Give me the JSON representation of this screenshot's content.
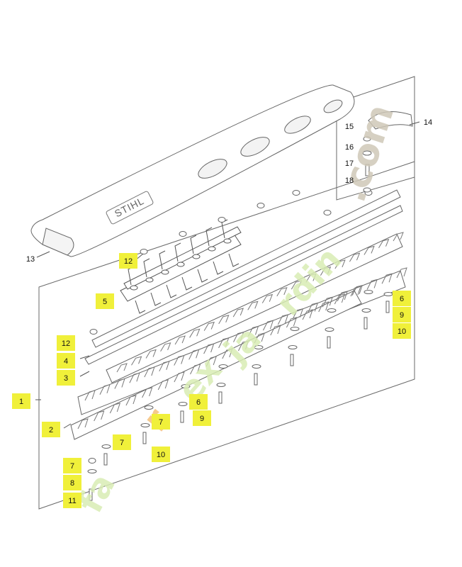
{
  "colors": {
    "highlight": "#f0f03a",
    "line": "#6a6a6a",
    "watermark_green": "#d9ecb4",
    "watermark_orange": "#f5c17a",
    "watermark_gray": "#cfc8b8"
  },
  "brand_text": "STIHL",
  "watermark": {
    "part1": "fa",
    "part2": "r",
    "part3": "ex",
    "part4": "ja",
    "part5": "rdin",
    "part6": ".com"
  },
  "callouts": {
    "c1": "1",
    "c2": "2",
    "c3": "3",
    "c4": "4",
    "c5": "5",
    "c6a": "6",
    "c6b": "6",
    "c7a": "7",
    "c7b": "7",
    "c7c": "7",
    "c8": "8",
    "c9a": "9",
    "c9b": "9",
    "c10a": "10",
    "c10b": "10",
    "c11": "11",
    "c12a": "12",
    "c12b": "12",
    "c13": "13",
    "c14": "14",
    "c15": "15",
    "c16": "16",
    "c17": "17",
    "c18": "18"
  }
}
